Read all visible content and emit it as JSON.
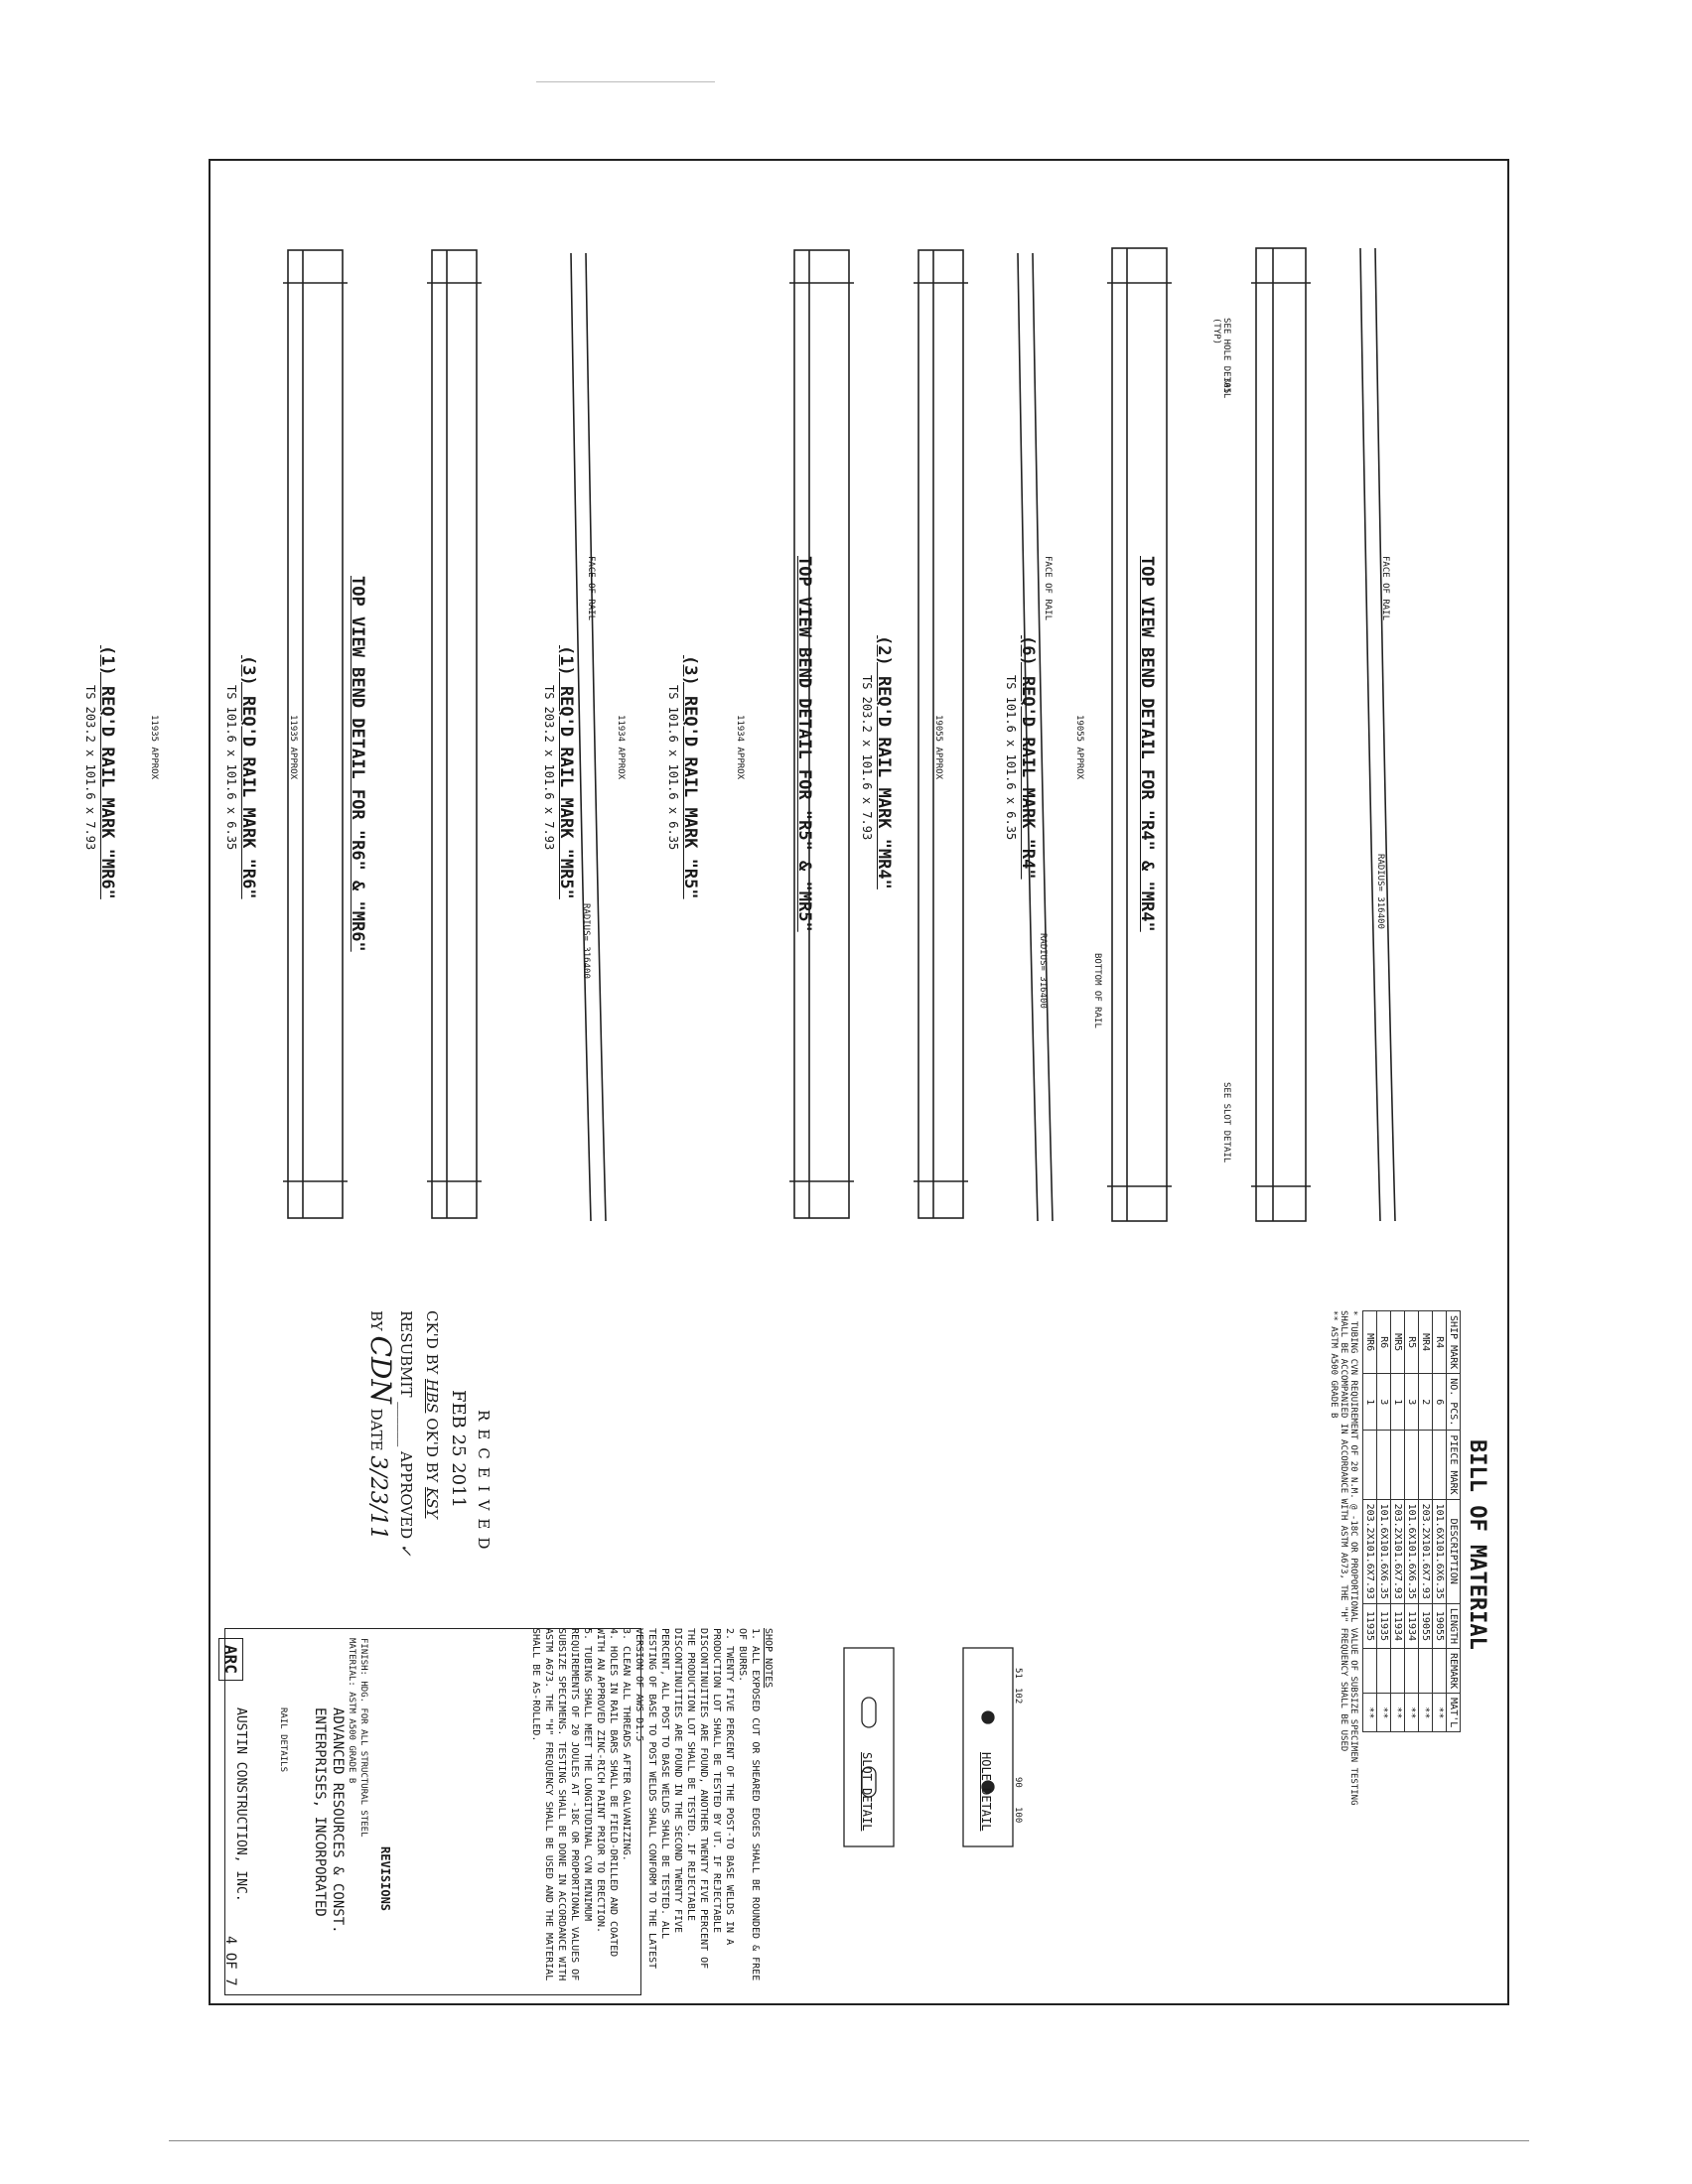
{
  "drawing_title": "BILL OF MATERIAL",
  "bom": {
    "headers": [
      "SHIP MARK",
      "NO. PCS.",
      "PIECE MARK",
      "DESCRIPTION",
      "LENGTH",
      "REMARK",
      "MAT'L"
    ],
    "rows": [
      [
        "R4",
        "6",
        "",
        "101.6X101.6X6.35",
        "19055",
        "",
        "**"
      ],
      [
        "MR4",
        "2",
        "",
        "203.2X101.6X7.93",
        "19055",
        "",
        "**"
      ],
      [
        "R5",
        "3",
        "",
        "101.6X101.6X6.35",
        "11934",
        "",
        "**"
      ],
      [
        "MR5",
        "1",
        "",
        "203.2X101.6X7.93",
        "11934",
        "",
        "**"
      ],
      [
        "R6",
        "3",
        "",
        "101.6X101.6X6.35",
        "11935",
        "",
        "**"
      ],
      [
        "MR6",
        "1",
        "",
        "203.2X101.6X7.93",
        "11935",
        "",
        "**"
      ]
    ],
    "notes": [
      "* TUBING CVN REQUIREMENT OF 20 N.M. @ -18C OR PROPORTIONAL VALUE OF SUBSIZE SPECIMEN TESTING SHALL BE ACCOMPANIED IN ACCORDANCE WITH ASTM A673, THE \"H\" FREQUENCY SHALL BE USED",
      "** ASTM A500 GRADE B"
    ]
  },
  "details": {
    "hole_title": "HOLE DETAIL",
    "slot_title": "SLOT DETAIL",
    "dims": [
      "102",
      "51",
      "90",
      "100"
    ]
  },
  "shop_notes": {
    "title": "SHOP NOTES",
    "items": [
      "1. ALL EXPOSED CUT OR SHEARED EDGES SHALL BE ROUNDED & FREE OF BURRS.",
      "2. TWENTY FIVE PERCENT OF THE POST-TO BASE WELDS IN A PRODUCTION LOT SHALL BE TESTED BY UT. IF REJECTABLE DISCONTINUITIES ARE FOUND, ANOTHER TWENTY FIVE PERCENT OF THE PRODUCTION LOT SHALL BE TESTED. IF REJECTABLE DISCONTINUITIES ARE FOUND IN THE SECOND TWENTY FIVE PERCENT, ALL POST TO BASE WELDS SHALL BE TESTED. ALL TESTING OF BASE TO POST WELDS SHALL CONFORM TO THE LATEST VERSION OF AWS D1.5",
      "3. CLEAN ALL THREADS AFTER GALVANIZING.",
      "4. HOLES IN RAIL BARS SHALL BE FIELD-DRILLED AND COATED WITH AN APPROVED ZINC-RICH PAINT PRIOR TO ERECTION.",
      "5. TUBING SHALL MEET THE LONGITUDINAL CVN MINIMUM REQUIREMENTS OF 20 JOULES AT -18C OR PROPORTIONAL VALUES OF SUBSIZE SPECIMENS. TESTING SHALL BE DONE IN ACCORDANCE WITH ASTM A673. THE \"H\" FREQUENCY SHALL BE USED AND THE MATERIAL SHALL BE AS-ROLLED."
    ]
  },
  "rail_groups": [
    {
      "bend_title": "TOP VIEW BEND DETAIL FOR \"R4\" & \"MR4\"",
      "rails": [
        {
          "mark": "(6) REQ'D RAIL MARK \"R4\"",
          "size": "TS 101.6 x 101.6 x 6.35",
          "length": "19055 APPROX"
        },
        {
          "mark": "(2) REQ'D RAIL MARK \"MR4\"",
          "size": "TS 203.2 x 101.6 x 7.93",
          "length": "19055 APPROX"
        }
      ]
    },
    {
      "bend_title": "TOP VIEW BEND DETAIL FOR \"R5\" & \"MR5\"",
      "rails": [
        {
          "mark": "(3) REQ'D RAIL MARK \"R5\"",
          "size": "TS 101.6 x 101.6 x 6.35",
          "length": "11934 APPROX"
        },
        {
          "mark": "(1) REQ'D RAIL MARK \"MR5\"",
          "size": "TS 203.2 x 101.6 x 7.93",
          "length": "11934 APPROX"
        }
      ]
    },
    {
      "bend_title": "TOP VIEW BEND DETAIL FOR \"R6\" & \"MR6\"",
      "rails": [
        {
          "mark": "(3) REQ'D RAIL MARK \"R6\"",
          "size": "TS 101.6 x 101.6 x 6.35",
          "length": "11935 APPROX"
        },
        {
          "mark": "(1) REQ'D RAIL MARK \"MR6\"",
          "size": "TS 203.2 x 101.6 x 7.93",
          "length": "11935 APPROX"
        }
      ]
    }
  ],
  "rail_labels": {
    "hole_note": "SEE HOLE DETAIL",
    "slot_note": "SEE SLOT DETAIL",
    "face_of_rail": "FACE OF RAIL",
    "bottom_of_rail": "BOTTOM OF RAIL",
    "radius": "RADIUS= 316400",
    "typ": "(TYP)",
    "dim_end": "305"
  },
  "stamp": {
    "received": "RECEIVED",
    "date": "FEB 25 2011",
    "ckd_by_label": "CK'D BY",
    "ckd_by_value": "HBS",
    "okd_by_label": "OK'D BY",
    "okd_by_value": "KSY",
    "resubmit": "RESUBMIT",
    "approved": "APPROVED",
    "by_label": "BY",
    "by_value": "CDN",
    "date_label": "DATE",
    "date_value": "3/23/11"
  },
  "title_block": {
    "company_line1": "ADVANCED RESOURCES & CONST.",
    "company_line2": "ENTERPRISES, INCORPORATED",
    "client": "AUSTIN CONSTRUCTION, INC.",
    "logo": "ARC",
    "sheet_title": "RAIL DETAILS",
    "sheet": "4 OF 7",
    "revisions_title": "REVISIONS",
    "finish_label": "FINISH",
    "finish_value": "HDG. FOR ALL STRUCTURAL STEEL",
    "material_label": "MATERIAL",
    "material_value": "ASTM A500 GRADE B"
  }
}
